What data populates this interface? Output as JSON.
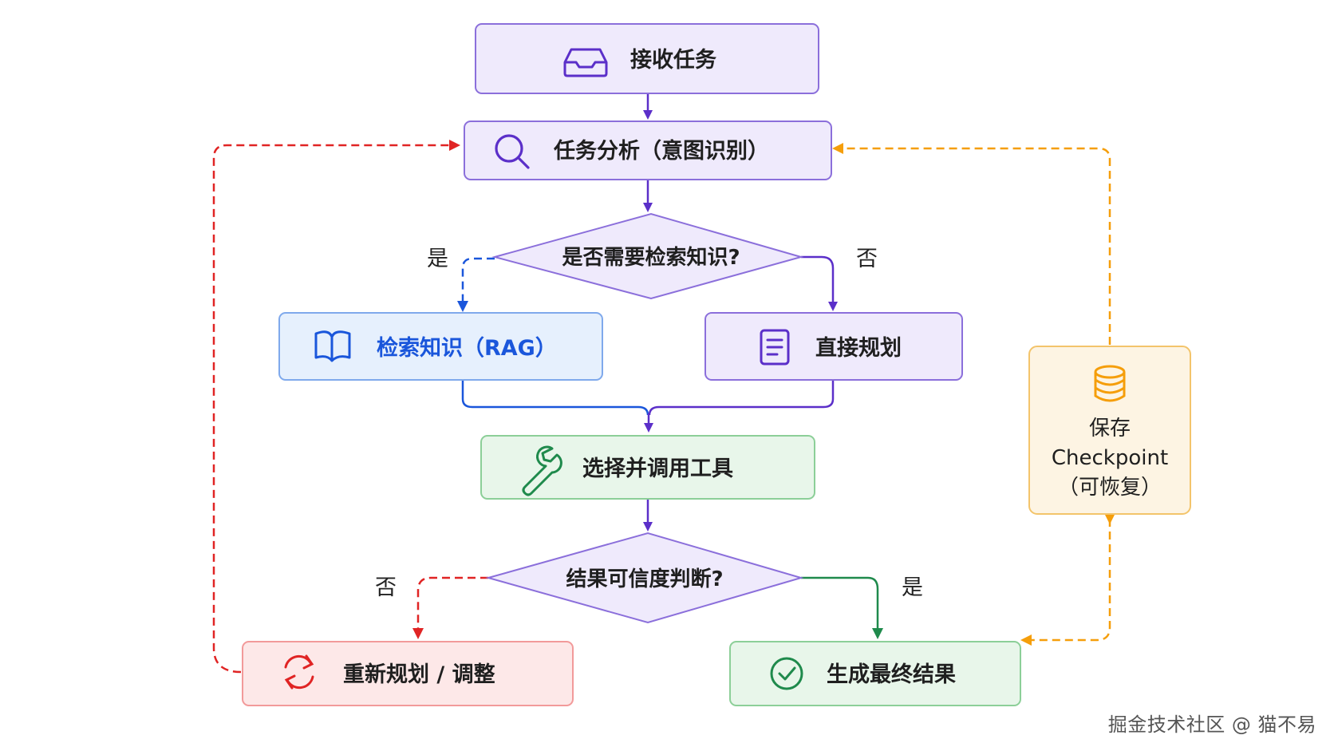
{
  "nodes": {
    "receive": "接收任务",
    "analyze": "任务分析（意图识别）",
    "need_retrieval": "是否需要检索知识?",
    "rag": "检索知识（RAG）",
    "plan": "直接规划",
    "tools": "选择并调用工具",
    "confidence": "结果可信度判断?",
    "replan": "重新规划 / 调整",
    "result": "生成最终结果",
    "checkpoint_line1": "保存",
    "checkpoint_line2": "Checkpoint",
    "checkpoint_line3": "（可恢复）"
  },
  "branches": {
    "yes_retrieval": "是",
    "no_retrieval": "否",
    "no_confidence": "否",
    "yes_confidence": "是"
  },
  "watermark": "掘金技术社区 @ 猫不易",
  "colors": {
    "purple": "#5b2fc9",
    "blue": "#1a56db",
    "green": "#1f8a4c",
    "red": "#e02424",
    "orange": "#f59e0b"
  }
}
